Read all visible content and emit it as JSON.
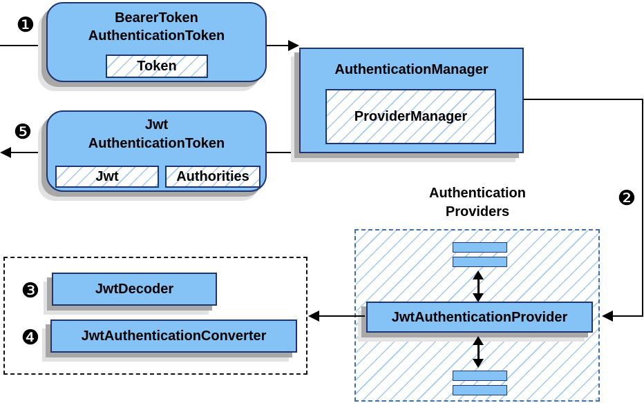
{
  "nodes": {
    "bearer_token_box": {
      "title_line1": "BearerToken",
      "title_line2": "AuthenticationToken",
      "field_token": "Token"
    },
    "authentication_manager_box": {
      "title": "AuthenticationManager",
      "inner_box": "ProviderManager"
    },
    "jwt_token_box": {
      "title_line1": "Jwt",
      "title_line2": "AuthenticationToken",
      "field_jwt": "Jwt",
      "field_authorities": "Authorities"
    },
    "providers_group": {
      "label_line1": "Authentication",
      "label_line2": "Providers",
      "provider_box": "JwtAuthenticationProvider"
    },
    "converter_group": {
      "decoder_box": "JwtDecoder",
      "converter_box": "JwtAuthenticationConverter"
    }
  },
  "step_badges": {
    "step1": "❶",
    "step2": "❷",
    "step3": "❸",
    "step4": "❹",
    "step5": "❺"
  },
  "colors": {
    "node_fill": "#85c2f5",
    "node_border": "#1d3472",
    "hatch_line": "#a3c9ef",
    "providers_dash_border": "#3f6fa8",
    "group_dash_border": "#111111",
    "connector": "#000000",
    "shadow_dark": "#a8a8a8",
    "shadow_light": "#e2e2e2"
  }
}
